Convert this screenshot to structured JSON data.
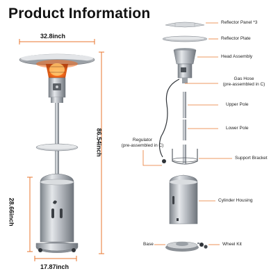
{
  "title": "Product Information",
  "dimensions": {
    "width_top": "32.8inch",
    "height_total": "86.54inch",
    "height_base": "28.66inch",
    "width_base": "17.87inch"
  },
  "parts": {
    "reflector_panel": "Reflector Panel *3",
    "reflector_plate": "Reflector Plate",
    "head_assembly": "Head Assembly",
    "gas_hose_line1": "Gas Hose",
    "gas_hose_line2": "(pre-assembled in C)",
    "upper_pole": "Upper Pole",
    "lower_pole": "Lower Pole",
    "regulator_line1": "Regulator",
    "regulator_line2": "(pre-assembled in C)",
    "support_bracket": "Support Bracket",
    "cylinder_housing": "Cylinder Housing",
    "base": "Base",
    "wheel_kit": "Wheel Kit"
  },
  "colors": {
    "accent": "#e8762c",
    "steel": "#b8bcc2",
    "steel_dark": "#7d838a",
    "glow": "#f26a1b"
  }
}
